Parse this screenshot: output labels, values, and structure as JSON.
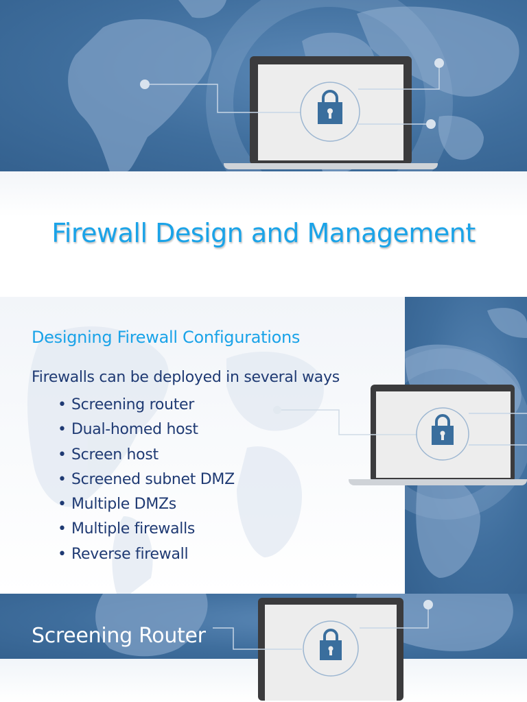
{
  "slide1": {
    "title": "Firewall Design and Management"
  },
  "slide2": {
    "heading": "Designing Firewall Configurations",
    "intro": "Firewalls can be deployed in several ways",
    "bullets": [
      "Screening router",
      "Dual-homed host",
      "Screen host",
      "Screened subnet DMZ",
      "Multiple DMZs",
      "Multiple firewalls",
      "Reverse firewall"
    ]
  },
  "slide3": {
    "heading": "Screening Router"
  },
  "icons": [
    "lock-icon",
    "laptop-icon",
    "world-map-icon"
  ],
  "colors": {
    "accent": "#1aa3e8",
    "text": "#1f3a73",
    "banner": "#3f6e9d"
  }
}
